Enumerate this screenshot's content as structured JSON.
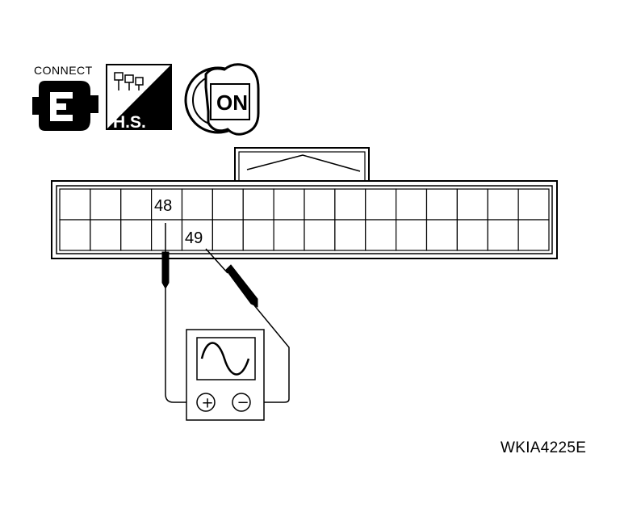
{
  "icons": {
    "connect": {
      "label": "CONNECT",
      "name": "connector-connect-icon"
    },
    "harness_side": {
      "label": "H.S.",
      "name": "harness-side-icon"
    },
    "ignition": {
      "label": "ON",
      "name": "ignition-key-on-icon"
    }
  },
  "connector": {
    "columns": 16,
    "rows": 2,
    "pin_48": "48",
    "pin_49": "49"
  },
  "oscilloscope": {
    "positive_terminal": "+",
    "negative_terminal": "−"
  },
  "figure_id": "WKIA4225E",
  "colors": {
    "line": "#000000",
    "background": "#ffffff"
  }
}
